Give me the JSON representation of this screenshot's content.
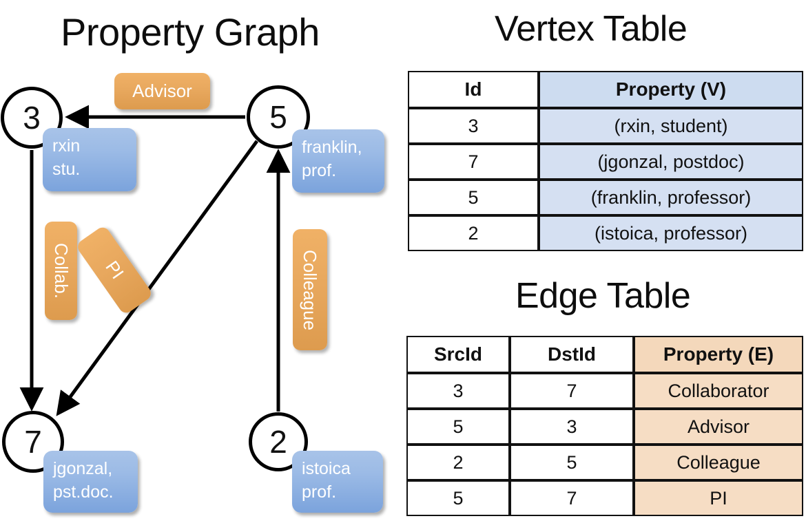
{
  "page_title": "Property Graph",
  "graph": {
    "nodes": [
      {
        "id": "3",
        "name": "node-3",
        "property_lines": [
          "rxin",
          "stu."
        ]
      },
      {
        "id": "5",
        "name": "node-5",
        "property_lines": [
          "franklin,",
          "prof."
        ]
      },
      {
        "id": "7",
        "name": "node-7",
        "property_lines": [
          "jgonzal,",
          "pst.doc."
        ]
      },
      {
        "id": "2",
        "name": "node-2",
        "property_lines": [
          "istoica",
          "prof."
        ]
      }
    ],
    "node_labels": {
      "n3": "3",
      "n5": "5",
      "n7": "7",
      "n2": "2"
    },
    "vertex_boxes": {
      "v3_line1": "rxin",
      "v3_line2": "stu.",
      "v5_line1": "franklin,",
      "v5_line2": "prof.",
      "v7_line1": "jgonzal,",
      "v7_line2": "pst.doc.",
      "v2_line1": "istoica",
      "v2_line2": "prof."
    },
    "edge_labels": {
      "advisor": "Advisor",
      "collab": "Collab.",
      "pi": "PI",
      "colleague": "Colleague"
    },
    "edges": [
      {
        "src": "5",
        "dst": "3",
        "label": "Advisor"
      },
      {
        "src": "3",
        "dst": "7",
        "label": "Collab."
      },
      {
        "src": "5",
        "dst": "7",
        "label": "PI"
      },
      {
        "src": "2",
        "dst": "5",
        "label": "Colleague"
      }
    ],
    "colors": {
      "vertex_box": "#9cbbe6",
      "edge_box": "#e8a85e",
      "node_stroke": "#000000",
      "arrow": "#000000"
    }
  },
  "vertex_table": {
    "title": "Vertex Table",
    "headers": [
      "Id",
      "Property (V)"
    ],
    "rows": [
      {
        "id": "3",
        "property": "(rxin, student)"
      },
      {
        "id": "7",
        "property": "(jgonzal, postdoc)"
      },
      {
        "id": "5",
        "property": "(franklin, professor)"
      },
      {
        "id": "2",
        "property": "(istoica, professor)"
      }
    ],
    "property_column_color": "#d5e0f2"
  },
  "edge_table": {
    "title": "Edge Table",
    "headers": [
      "SrcId",
      "DstId",
      "Property (E)"
    ],
    "rows": [
      {
        "src": "3",
        "dst": "7",
        "property": "Collaborator"
      },
      {
        "src": "5",
        "dst": "3",
        "property": "Advisor"
      },
      {
        "src": "2",
        "dst": "5",
        "property": "Colleague"
      },
      {
        "src": "5",
        "dst": "7",
        "property": "PI"
      }
    ],
    "property_column_color": "#f6ddc4"
  }
}
